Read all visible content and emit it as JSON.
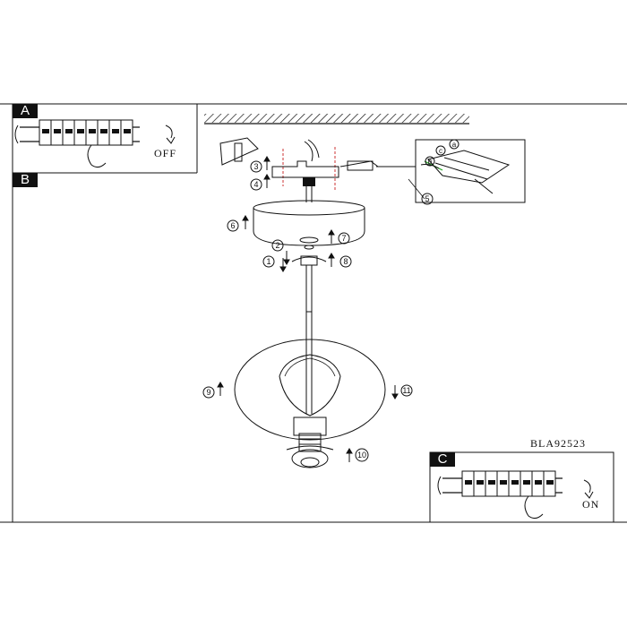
{
  "sections": {
    "a": {
      "label": "A",
      "switch_text": "OFF"
    },
    "b": {
      "label": "B"
    },
    "c": {
      "label": "C",
      "switch_text": "ON"
    }
  },
  "model_number": "BLA92523",
  "steps": {
    "s1": "1",
    "s2": "2",
    "s3": "3",
    "s4": "4",
    "s5": "5",
    "s6": "6",
    "s7": "7",
    "s8": "8",
    "s9": "9",
    "s10": "10",
    "s11": "11"
  },
  "detail_letters": {
    "a": "a",
    "b": "b",
    "c": "c"
  }
}
